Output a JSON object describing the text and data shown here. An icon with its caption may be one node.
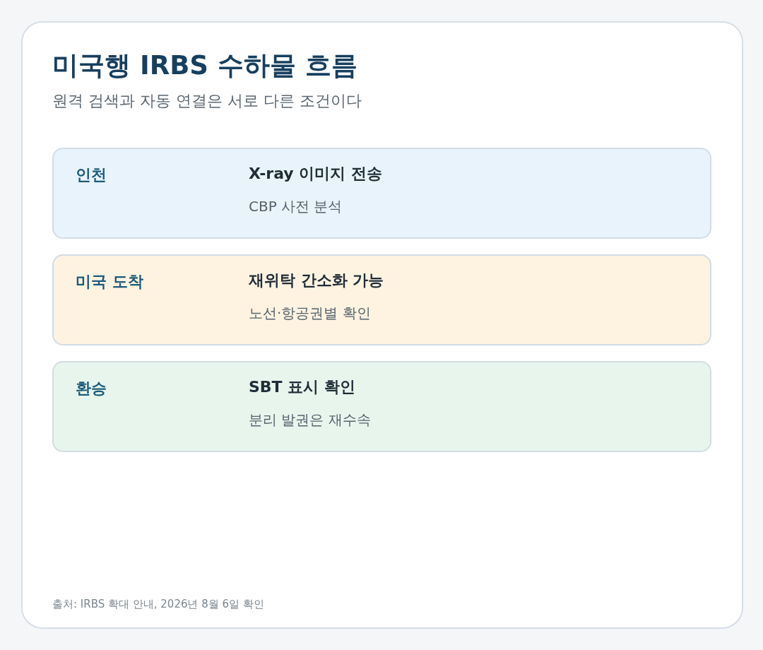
{
  "diagram": {
    "title": "미국행 IRBS 수하물 흐름",
    "nodes": [
      {
        "text": [
          "인천",
          "X-ray 이미지 전송",
          "CBP 사전 분석"
        ]
      },
      {
        "text": [
          "미국 도착",
          "재위탁 간소화 가능",
          "노선·항공권별 확인"
        ]
      },
      {
        "text": [
          "환승",
          "SBT 표시 확인",
          "분리 발권은 재수속"
        ]
      }
    ],
    "labels": [
      "원격 검색과 자동 연결은 서로 다른 조건이다",
      "출처: IRBS 확대 안내, 2026년 8월 6일 확인"
    ]
  }
}
